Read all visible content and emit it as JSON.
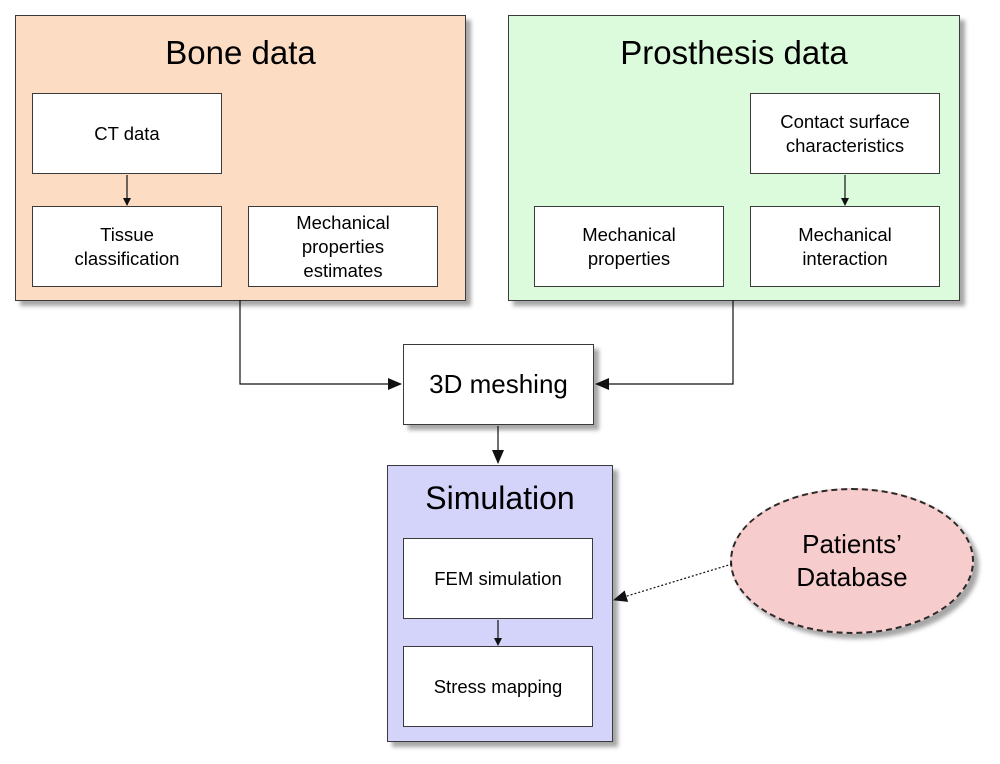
{
  "bone": {
    "title": "Bone data",
    "ct_data": "CT data",
    "tissue_classification": "Tissue\nclassification",
    "mechanical_properties_estimates": "Mechanical\nproperties\nestimates"
  },
  "prosthesis": {
    "title": "Prosthesis data",
    "contact_surface": "Contact surface\ncharacteristics",
    "mechanical_properties": "Mechanical\nproperties",
    "mechanical_interaction": "Mechanical\ninteraction"
  },
  "meshing": {
    "label": "3D meshing"
  },
  "simulation": {
    "title": "Simulation",
    "fem_simulation": "FEM simulation",
    "stress_mapping": "Stress mapping"
  },
  "patients_database": {
    "label": "Patients’\nDatabase"
  },
  "colors": {
    "bone_fill": "#fcdcc2",
    "prosthesis_fill": "#dcfadc",
    "simulation_fill": "#d4d4fa",
    "database_fill": "#f7cccc"
  }
}
